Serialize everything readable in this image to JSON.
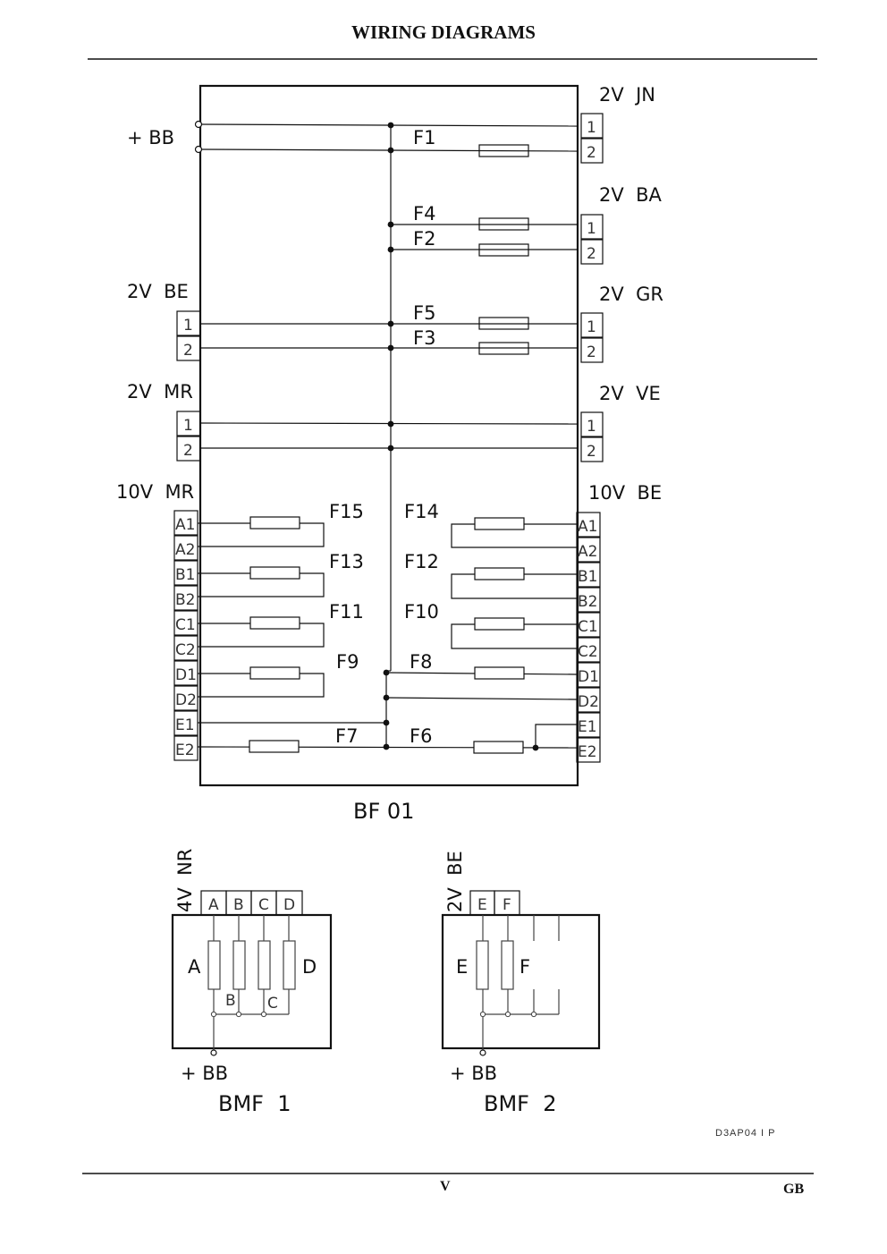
{
  "header": {
    "title": "WIRING DIAGRAMS"
  },
  "footer": {
    "page": "V",
    "lang": "GB"
  },
  "ref_code": "D3AP04 I P",
  "bf01": {
    "name": "BF 01",
    "supply": "+ BB",
    "connectors": {
      "jn": {
        "label": "2V  JN",
        "pins": [
          "1",
          "2"
        ]
      },
      "ba": {
        "label": "2V  BA",
        "pins": [
          "1",
          "2"
        ]
      },
      "gr": {
        "label": "2V  GR",
        "pins": [
          "1",
          "2"
        ]
      },
      "ve": {
        "label": "2V  VE",
        "pins": [
          "1",
          "2"
        ]
      },
      "be_left": {
        "label": "2V  BE",
        "pins": [
          "1",
          "2"
        ]
      },
      "mr_left": {
        "label": "2V  MR",
        "pins": [
          "1",
          "2"
        ]
      },
      "mr10": {
        "label": "10V  MR",
        "pins": [
          "A1",
          "A2",
          "B1",
          "B2",
          "C1",
          "C2",
          "D1",
          "D2",
          "E1",
          "E2"
        ]
      },
      "be10": {
        "label": "10V  BE",
        "pins": [
          "A1",
          "A2",
          "B1",
          "B2",
          "C1",
          "C2",
          "D1",
          "D2",
          "E1",
          "E2"
        ]
      }
    },
    "fuses": [
      "F1",
      "F2",
      "F3",
      "F4",
      "F5",
      "F6",
      "F7",
      "F8",
      "F9",
      "F10",
      "F11",
      "F12",
      "F13",
      "F14",
      "F15"
    ]
  },
  "bmf1": {
    "name": "BMF  1",
    "connector": "4V  NR",
    "pins": [
      "A",
      "B",
      "C",
      "D"
    ],
    "fuse_labels": [
      "A",
      "B",
      "C",
      "D"
    ],
    "supply": "+ BB"
  },
  "bmf2": {
    "name": "BMF  2",
    "connector": "2V  BE",
    "pins": [
      "E",
      "F"
    ],
    "fuse_labels": [
      "E",
      "F"
    ],
    "supply": "+ BB"
  }
}
